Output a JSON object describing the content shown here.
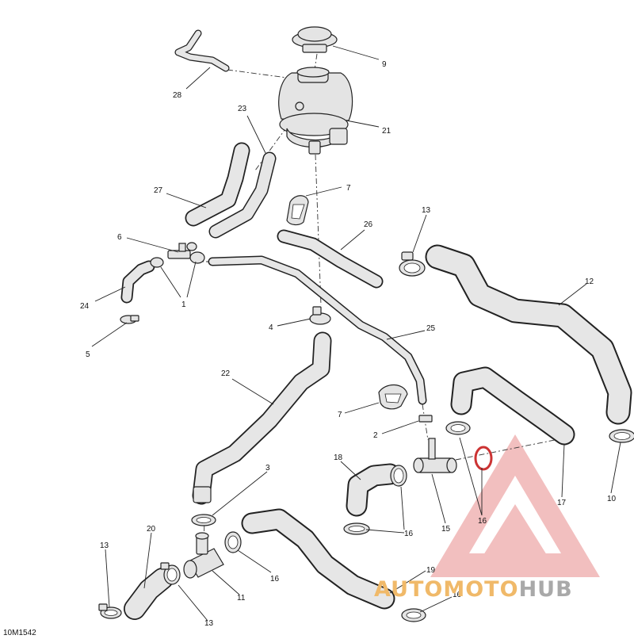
{
  "drawing_code": "10M1542",
  "watermark": {
    "part1": "AUTOMOTO",
    "part2": "HUB",
    "color_accent": "#e98c8c",
    "color_orange": "#f0b969",
    "color_gray": "#a9a9a9"
  },
  "callouts": {
    "c9": "9",
    "c28": "28",
    "c21": "21",
    "c23": "23",
    "c27": "27",
    "c7a": "7",
    "c26": "26",
    "c13a": "13",
    "c6": "6",
    "c12": "12",
    "c24": "24",
    "c1": "1",
    "c4": "4",
    "c25": "25",
    "c5": "5",
    "c22": "22",
    "c7b": "7",
    "c2": "2",
    "c18": "18",
    "c10": "10",
    "c17": "17",
    "c3": "3",
    "c15": "15",
    "c16a": "16",
    "c16b": "16",
    "c20": "20",
    "c13b": "13",
    "c16c": "16",
    "c11": "11",
    "c13c": "13",
    "c19": "19",
    "c16d": "16"
  }
}
